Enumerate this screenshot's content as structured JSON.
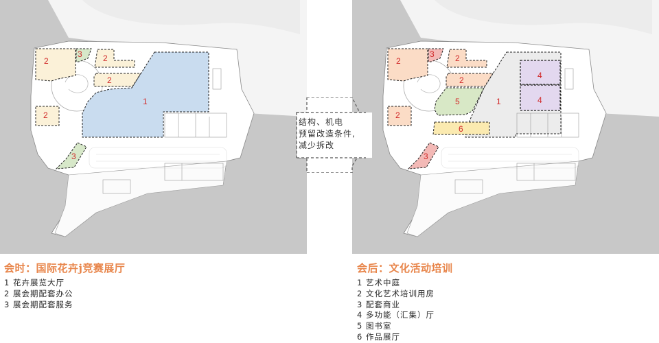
{
  "before": {
    "title": "会时：国际花卉j竞赛展厅",
    "legend": [
      "1 花卉展览大厅",
      "2 展会期配套办公",
      "3 展会期配套服务"
    ],
    "zones": [
      {
        "id": "1",
        "color": "#c9dcef"
      },
      {
        "id": "2",
        "color": "#fbf1d8"
      },
      {
        "id": "3",
        "color": "#d7e8c9"
      }
    ]
  },
  "after": {
    "title": "会后：文化活动培训",
    "legend": [
      "1 艺术中庭",
      "2 文化艺术培训用房",
      "3 配套商业",
      "4 多功能（汇集）厅",
      "5 图书室",
      "6 作品展厅"
    ],
    "zones": [
      {
        "id": "1",
        "color": "#ececec"
      },
      {
        "id": "2",
        "color": "#fbdcc6"
      },
      {
        "id": "3",
        "color": "#f3b9b6"
      },
      {
        "id": "4",
        "color": "#e3d8ef"
      },
      {
        "id": "5",
        "color": "#d8e8c6"
      },
      {
        "id": "6",
        "color": "#fbeab0"
      }
    ]
  },
  "transition": {
    "lines": [
      "结构、机电",
      "预留改造条件,",
      "减少拆改"
    ]
  },
  "labels": {
    "one": "1",
    "two": "2",
    "three": "3",
    "four": "4",
    "five": "5",
    "six": "6"
  },
  "colors": {
    "accent_heading": "#e8854a",
    "zone_number": "#d12a2a",
    "background_gray": "#c8c8c8"
  }
}
